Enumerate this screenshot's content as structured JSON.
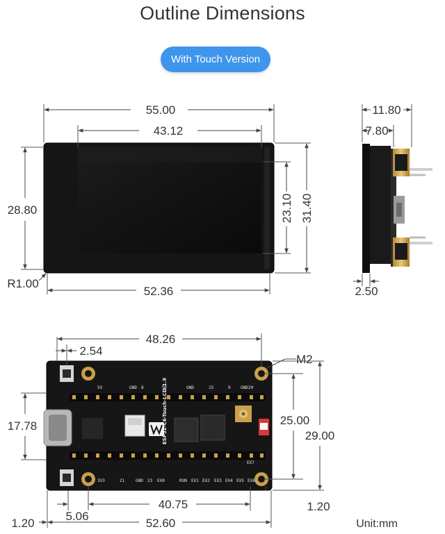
{
  "header": {
    "title": "Outline Dimensions",
    "version_button": "With Touch Version"
  },
  "front_view": {
    "width": "55.00",
    "screen_width": "43.12",
    "bottom_width": "52.36",
    "left_height": "28.80",
    "screen_height": "23.10",
    "height": "31.40",
    "corner_radius": "R1.00"
  },
  "side_view": {
    "total_depth": "11.80",
    "pin_depth": "7.80",
    "panel_thickness": "2.50"
  },
  "back_view": {
    "hole_spacing_x": "48.26",
    "pin_pitch": "2.54",
    "mount_hole": "M2",
    "usb_height": "17.78",
    "hole_spacing_y": "25.00",
    "board_height": "29.00",
    "hole_offset_right": "1.20",
    "pin_row_length": "40.75",
    "pin_offset_left": "5.06",
    "edge_offset_left": "1.20",
    "board_width": "52.60",
    "board_label": "ESP32-C6-Touch-LCD-1.9",
    "brand_logo": "waveshare-logo"
  },
  "footer": {
    "unit": "Unit:mm"
  }
}
